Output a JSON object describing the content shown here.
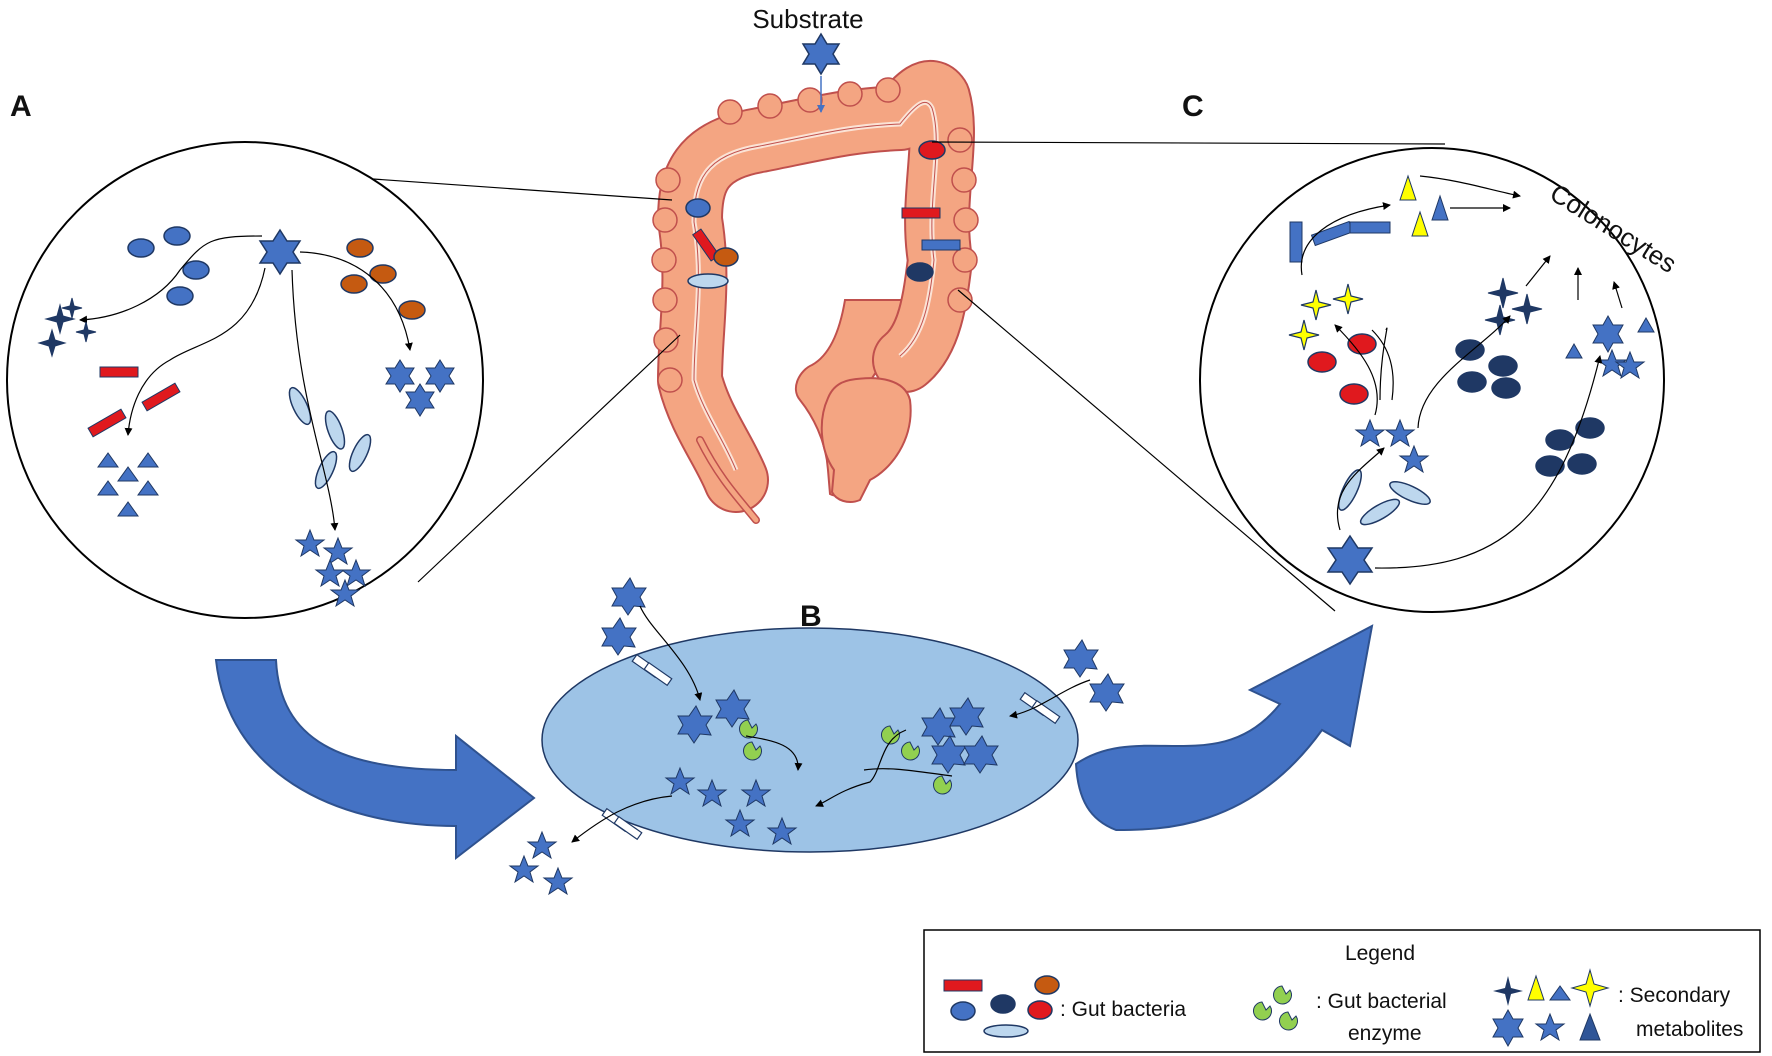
{
  "labels": {
    "substrate": "Substrate",
    "panel_a": "A",
    "panel_b": "B",
    "panel_c": "C",
    "colonocytes": "Colonocytes"
  },
  "legend": {
    "title": "Legend",
    "bacteria_label": ": Gut bacteria",
    "enzyme_line1": ": Gut bacterial",
    "enzyme_line2": "enzyme",
    "metabolites_line1": ": Secondary",
    "metabolites_line2": "metabolites"
  },
  "colors": {
    "metabolite_blue": "#4472C4",
    "dark_navy": "#1F3864",
    "bacteria_red": "#E0191E",
    "bacteria_brown": "#C55A11",
    "bacteria_light_blue": "#BDD7EE",
    "enzyme_green": "#92D050",
    "cell_fill": "#9DC3E6",
    "colon_fill": "#F4A582",
    "yellow": "#FFFF00"
  }
}
